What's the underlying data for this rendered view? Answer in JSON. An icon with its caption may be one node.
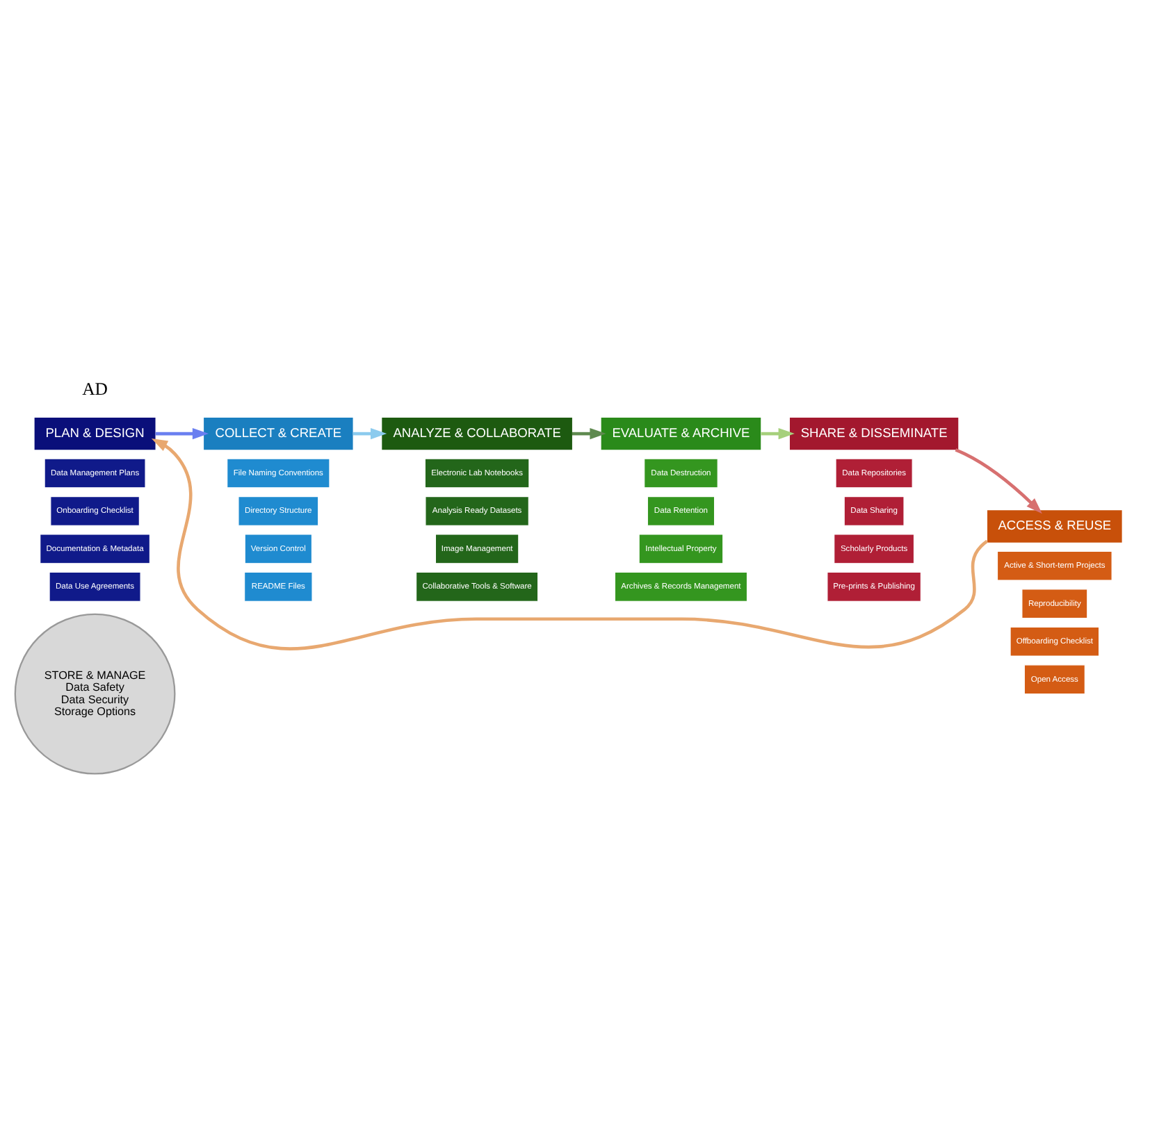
{
  "diagram": {
    "nodes": [
      {
        "text": [
          "STORE & MANAGE",
          "Data Safety",
          "Data Security",
          "Storage Options"
        ]
      },
      {
        "text": [
          "PLAN & DESIGN"
        ]
      },
      {
        "text": [
          "Data Management Plans"
        ]
      },
      {
        "text": [
          "Onboarding Checklist"
        ]
      },
      {
        "text": [
          "Documentation & Metadata"
        ]
      },
      {
        "text": [
          "Data Use Agreements"
        ]
      },
      {
        "text": [
          "COLLECT & CREATE"
        ]
      },
      {
        "text": [
          "File Naming Conventions"
        ]
      },
      {
        "text": [
          "Directory Structure"
        ]
      },
      {
        "text": [
          "Version Control"
        ]
      },
      {
        "text": [
          "README Files"
        ]
      },
      {
        "text": [
          "ANALYZE & COLLABORATE"
        ]
      },
      {
        "text": [
          "Electronic Lab Notebooks"
        ]
      },
      {
        "text": [
          "Analysis Ready Datasets"
        ]
      },
      {
        "text": [
          "Image Management"
        ]
      },
      {
        "text": [
          "Collaborative Tools & Software"
        ]
      },
      {
        "text": [
          "EVALUATE & ARCHIVE"
        ]
      },
      {
        "text": [
          "Data Destruction"
        ]
      },
      {
        "text": [
          "Data Retention"
        ]
      },
      {
        "text": [
          "Intellectual Property"
        ]
      },
      {
        "text": [
          "Archives & Records Management"
        ]
      },
      {
        "text": [
          "SHARE & DISSEMINATE"
        ]
      },
      {
        "text": [
          "Data Repositories"
        ]
      },
      {
        "text": [
          "Data Sharing"
        ]
      },
      {
        "text": [
          "Scholarly Products"
        ]
      },
      {
        "text": [
          "Pre-prints & Publishing"
        ]
      },
      {
        "text": [
          "ACCESS & REUSE"
        ]
      },
      {
        "text": [
          "Active & Short-term Projects"
        ]
      },
      {
        "text": [
          "Reproducibility"
        ]
      },
      {
        "text": [
          "Offboarding Checklist"
        ]
      },
      {
        "text": [
          "Open Access"
        ]
      }
    ],
    "edges": [
      {
        "from": 1,
        "to": 6,
        "arrow": "to",
        "color": "#6a7ff0"
      },
      {
        "from": 6,
        "to": 11,
        "arrow": "to",
        "color": "#8ccbee"
      },
      {
        "from": 11,
        "to": 16,
        "arrow": "to",
        "color": "#5f8a50"
      },
      {
        "from": 16,
        "to": 21,
        "arrow": "to",
        "color": "#a6d07c"
      },
      {
        "from": 21,
        "to": 26,
        "arrow": "to",
        "color": "#d77070"
      },
      {
        "from": 26,
        "to": 1,
        "arrow": "to",
        "color": "#e8a870"
      }
    ],
    "labels": [
      "AD"
    ]
  }
}
